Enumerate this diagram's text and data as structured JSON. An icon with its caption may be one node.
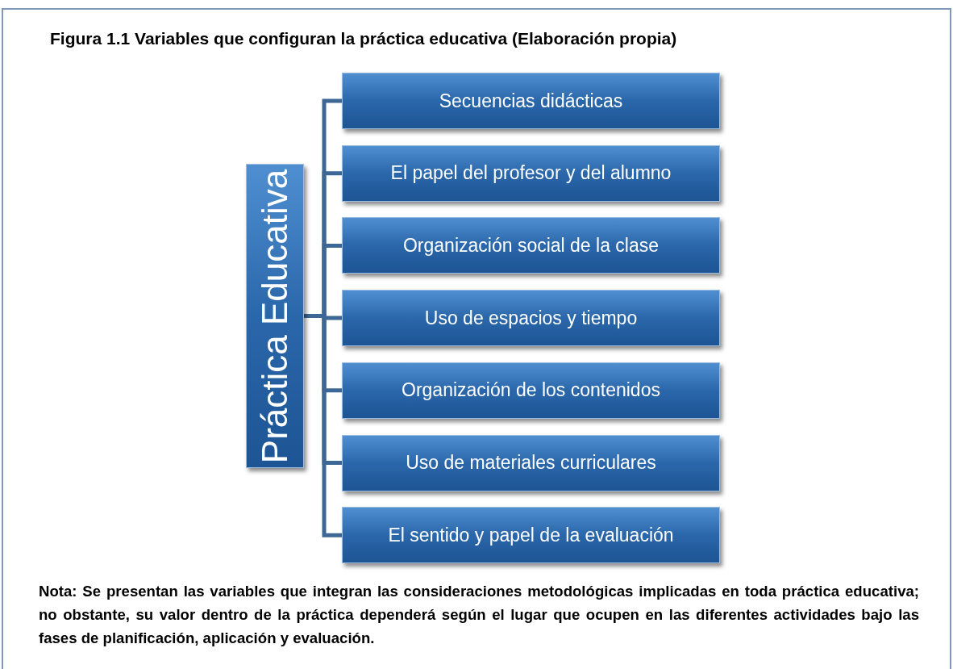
{
  "diagram": {
    "title": "Figura 1.1 Variables que configuran la práctica educativa (Elaboración propia)",
    "nodes": [
      {
        "text": [
          "Práctica Educativa"
        ]
      },
      {
        "text": [
          "Secuencias didácticas"
        ]
      },
      {
        "text": [
          "El papel del profesor y del alumno"
        ]
      },
      {
        "text": [
          "Organización social de la clase"
        ]
      },
      {
        "text": [
          "Uso de espacios y tiempo"
        ]
      },
      {
        "text": [
          "Organización de los contenidos"
        ]
      },
      {
        "text": [
          "Uso de materiales curriculares"
        ]
      },
      {
        "text": [
          "El sentido y papel de la evaluación"
        ]
      }
    ],
    "edges": [
      {
        "from": 0,
        "to": 1,
        "arrow": "none"
      },
      {
        "from": 0,
        "to": 2,
        "arrow": "none"
      },
      {
        "from": 0,
        "to": 3,
        "arrow": "none"
      },
      {
        "from": 0,
        "to": 4,
        "arrow": "none"
      },
      {
        "from": 0,
        "to": 5,
        "arrow": "none"
      },
      {
        "from": 0,
        "to": 6,
        "arrow": "none"
      },
      {
        "from": 0,
        "to": 7,
        "arrow": "none"
      }
    ],
    "caption": "Nota: Se presentan las variables que integran las consideraciones metodológicas implicadas en toda práctica educativa; no obstante, su valor dentro de la práctica dependerá según el lugar que ocupen en las diferentes actividades bajo las fases de planificación, aplicación y evaluación."
  }
}
